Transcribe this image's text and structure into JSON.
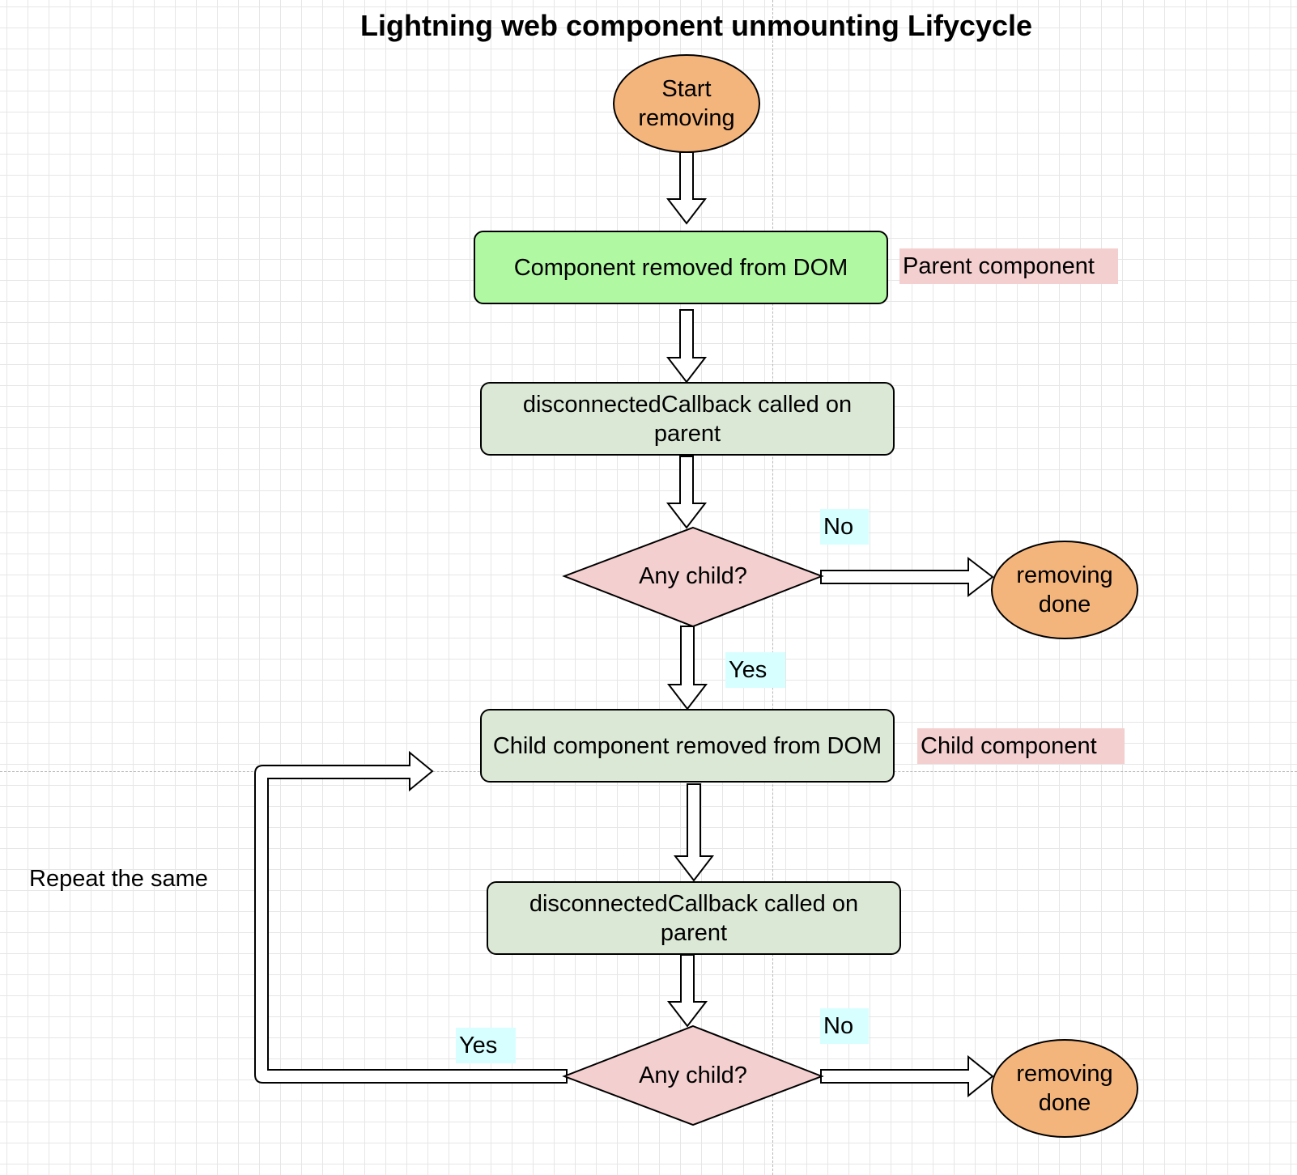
{
  "diagram": {
    "title": "Lightning web component unmounting Lifycycle",
    "nodes": {
      "start": "Start\nremoving",
      "component_removed": "Component removed from DOM",
      "disconnected_parent": "disconnectedCallback called on parent",
      "decision_1": "Any child?",
      "done_1": "removing\ndone",
      "child_removed": "Child component removed from DOM",
      "disconnected_child": "disconnectedCallback called on parent",
      "decision_2": "Any child?",
      "done_2": "removing\ndone"
    },
    "labels": {
      "parent_component": "Parent component",
      "child_component": "Child component",
      "no_1": "No",
      "yes_1": "Yes",
      "no_2": "No",
      "yes_2": "Yes",
      "repeat": "Repeat the same"
    },
    "colors": {
      "terminal": "#f4b57c",
      "component_box": "#b0f8a2",
      "process_box": "#dbe8d6",
      "decision": "#f4cfcf",
      "tag_pink": "#f4cfcf",
      "tag_cyan": "#d8ffff"
    }
  }
}
